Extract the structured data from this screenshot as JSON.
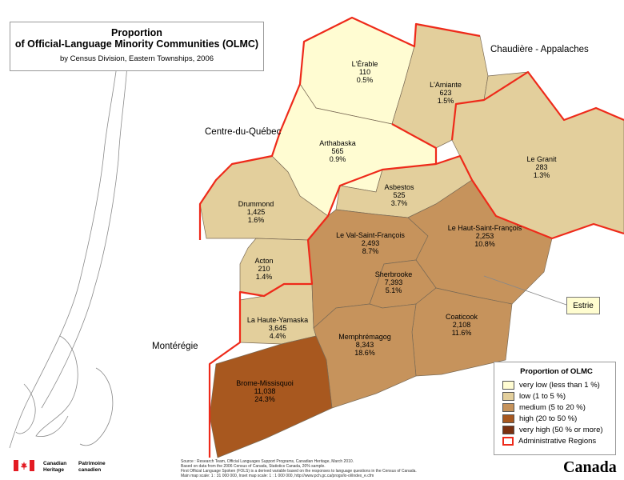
{
  "title": {
    "line1": "Proportion",
    "line2": "of Official-Language Minority Communities (OLMC)",
    "subtitle": "by Census Division, Eastern Townships, 2006"
  },
  "neighbors": {
    "centre": "Centre-du-Québec",
    "chaudiere": "Chaudière - Appalaches",
    "monteregie": "Montérégie",
    "estrie": "Estrie"
  },
  "divisions": [
    {
      "name": "L'Érable",
      "count": "110",
      "pct": "0.5%",
      "class": "very low"
    },
    {
      "name": "Arthabaska",
      "count": "565",
      "pct": "0.9%",
      "class": "very low"
    },
    {
      "name": "L'Amiante",
      "count": "623",
      "pct": "1.5%",
      "class": "low"
    },
    {
      "name": "Le Granit",
      "count": "283",
      "pct": "1.3%",
      "class": "low"
    },
    {
      "name": "Drummond",
      "count": "1,425",
      "pct": "1.6%",
      "class": "low"
    },
    {
      "name": "Asbestos",
      "count": "525",
      "pct": "3.7%",
      "class": "low"
    },
    {
      "name": "Acton",
      "count": "210",
      "pct": "1.4%",
      "class": "low"
    },
    {
      "name": "La Haute-Yamaska",
      "count": "3,645",
      "pct": "4.4%",
      "class": "low"
    },
    {
      "name": "Le Val-Saint-François",
      "count": "2,493",
      "pct": "8.7%",
      "class": "medium"
    },
    {
      "name": "Le Haut-Saint-François",
      "count": "2,253",
      "pct": "10.8%",
      "class": "medium"
    },
    {
      "name": "Sherbrooke",
      "count": "7,393",
      "pct": "5.1%",
      "class": "medium"
    },
    {
      "name": "Coaticook",
      "count": "2,108",
      "pct": "11.6%",
      "class": "medium"
    },
    {
      "name": "Memphrémagog",
      "count": "8,343",
      "pct": "18.6%",
      "class": "medium"
    },
    {
      "name": "Brome-Missisquoi",
      "count": "11,038",
      "pct": "24.3%",
      "class": "high"
    }
  ],
  "legend": {
    "title": "Proportion of OLMC",
    "items": [
      {
        "label": "very low (less than 1 %)",
        "color": "#fffcd2"
      },
      {
        "label": "low (1 to 5 %)",
        "color": "#e3cf9c"
      },
      {
        "label": "medium (5 to 20 %)",
        "color": "#c6935c"
      },
      {
        "label": "high (20 to 50 %)",
        "color": "#a8581f"
      },
      {
        "label": "very high (50 % or more)",
        "color": "#7a3010"
      },
      {
        "label": "Administrative Regions",
        "color": "#ee2a1a"
      }
    ]
  },
  "footer": {
    "canadian_heritage": [
      "Canadian",
      "Heritage"
    ],
    "patrimoine": [
      "Patrimoine",
      "canadien"
    ],
    "source_lines": [
      "Source : Research Team, Official Languages Support Programs, Canadian Heritage, March 2010.",
      "Based on data from the 2006 Census of Canada, Statistics Canada, 20% sample.",
      "First Official Language Spoken (FOLS) is a derived variable based on the responses to language questions in the Census of Canada.",
      "Main map scale: 1 : 31 000 000, Inset map scale: 1 : 1 000 000, http://www.pch.gc.ca/progs/lo-ol/index_e.cfm"
    ],
    "wordmark": "Canada"
  }
}
